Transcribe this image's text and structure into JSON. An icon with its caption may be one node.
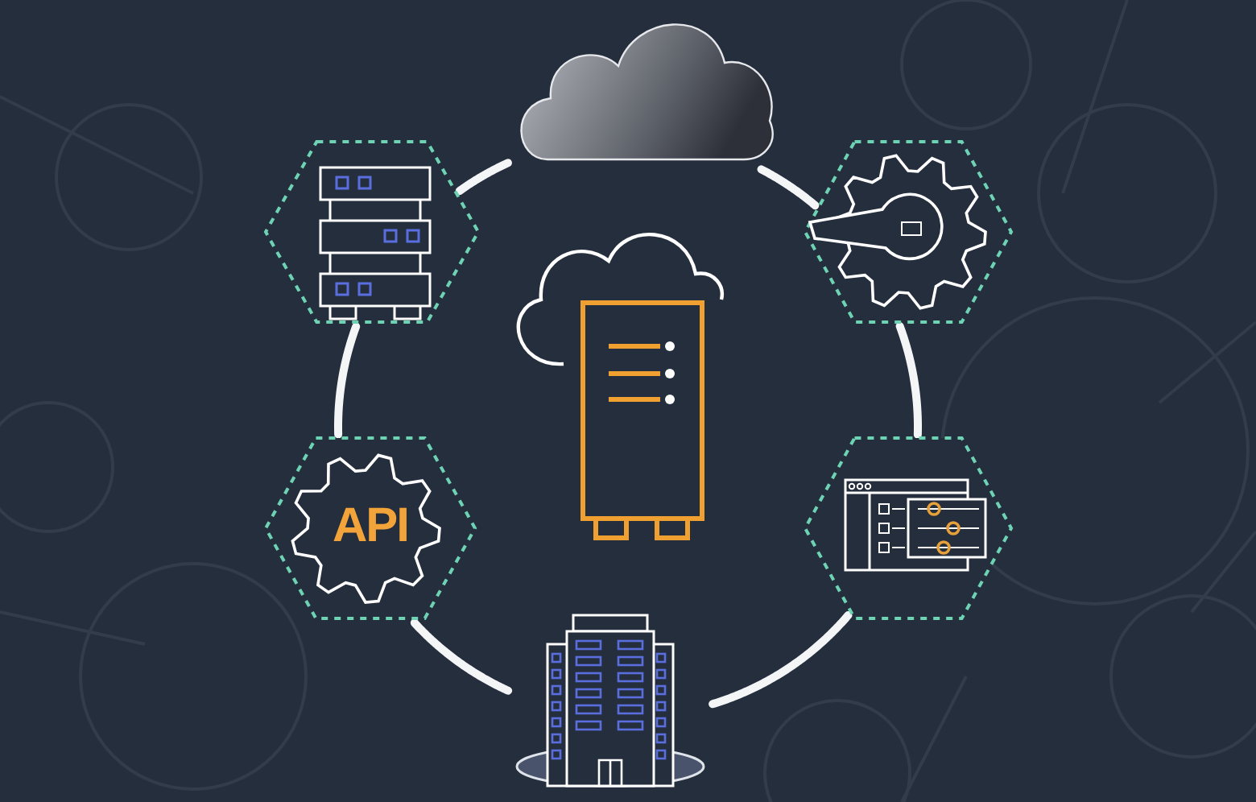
{
  "diagram": {
    "nodes": [
      {
        "text": [],
        "shape": "cloud"
      },
      {
        "text": [],
        "shape": "hexagon"
      },
      {
        "text": [],
        "shape": "hexagon"
      },
      {
        "text": [
          "API"
        ]
      },
      {
        "text": [],
        "shape": "hexagon"
      },
      {
        "text": [],
        "shape": "picture"
      }
    ],
    "edges": [
      {
        "from": 0,
        "to": 2,
        "arrow": "none"
      },
      {
        "from": 2,
        "to": 4,
        "arrow": "none"
      },
      {
        "from": 4,
        "to": 5,
        "arrow": "none"
      },
      {
        "from": 5,
        "to": 3,
        "arrow": "none"
      },
      {
        "from": 3,
        "to": 1,
        "arrow": "none"
      },
      {
        "from": 1,
        "to": 0,
        "arrow": "none"
      }
    ]
  }
}
